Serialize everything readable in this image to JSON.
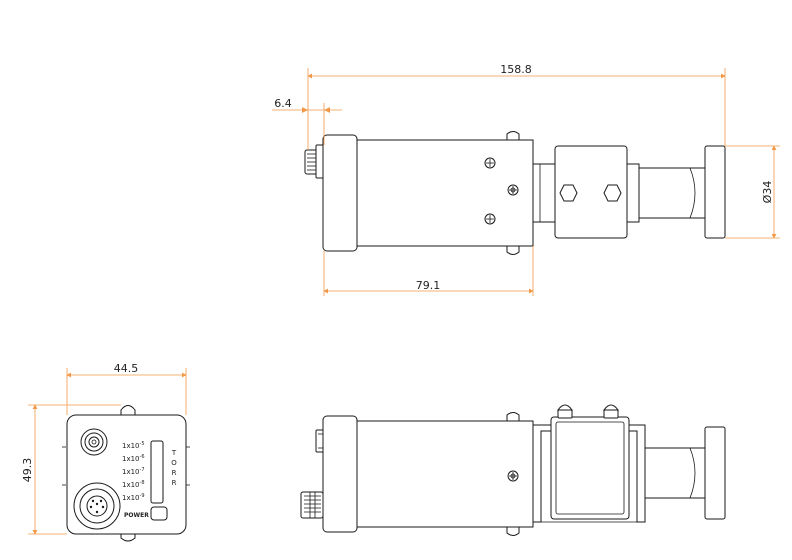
{
  "dimensions": {
    "overall_length": "158.8",
    "connector_offset": "6.4",
    "flange_diameter": "Ø34",
    "body_length": "79.1",
    "front_width": "44.5",
    "front_height": "49.3"
  },
  "front_panel": {
    "scale_labels": [
      "1x10",
      "1x10",
      "1x10",
      "1x10",
      "1x10"
    ],
    "scale_exponents": [
      "-5",
      "-6",
      "-7",
      "-8",
      "-9"
    ],
    "unit_letters": [
      "T",
      "O",
      "R",
      "R"
    ],
    "power_label": "POWER"
  },
  "colors": {
    "dimension_lines": "#f39a4a",
    "outline": "#1a1a1a"
  }
}
